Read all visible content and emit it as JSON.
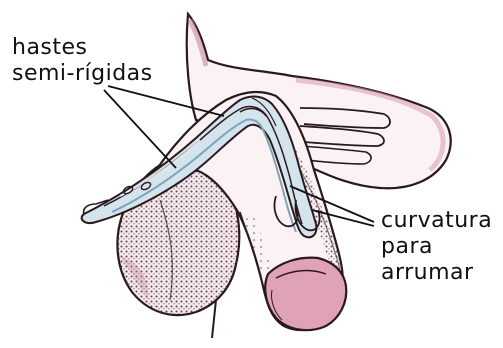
{
  "labels": {
    "rods_line1": "hastes",
    "rods_line2": "semi-rígidas",
    "bend_line1": "curvatura",
    "bend_line2": "para",
    "bend_line3": "arrumar"
  },
  "colors": {
    "skin_tint": "#e8b4c4",
    "outline": "#2a1a20",
    "stipple": "#3a2a30",
    "rod_fill": "#cfe0ea",
    "background": "#ffffff"
  }
}
